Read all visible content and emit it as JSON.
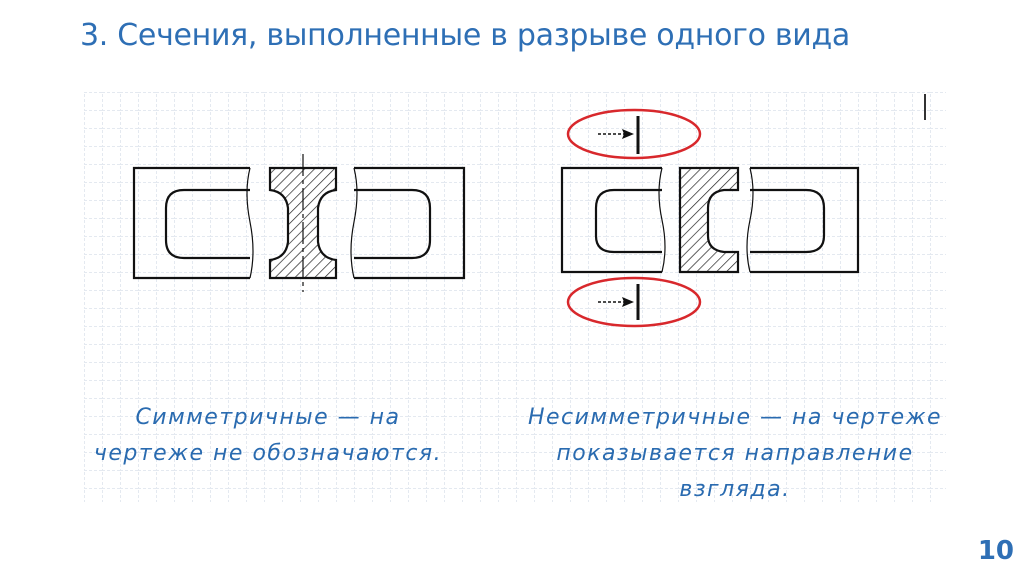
{
  "slide": {
    "title": "3. Сечения, выполненные в разрыве одного вида",
    "page_number": "10"
  },
  "captions": {
    "left": {
      "line1": "Симметричные — на",
      "line2": "чертеже не обозначаются."
    },
    "right": {
      "line1": "Несимметричные — на чертеже",
      "line2": "показывается направление",
      "line3": "взгляда."
    }
  },
  "colors": {
    "title": "#2e6fb5",
    "caption": "#2a6bb0",
    "grid": "#c9d3e2",
    "highlight_ellipse": "#d8282c",
    "drawing_line": "#111111"
  },
  "icons": [
    "view-direction-arrow-icon"
  ]
}
